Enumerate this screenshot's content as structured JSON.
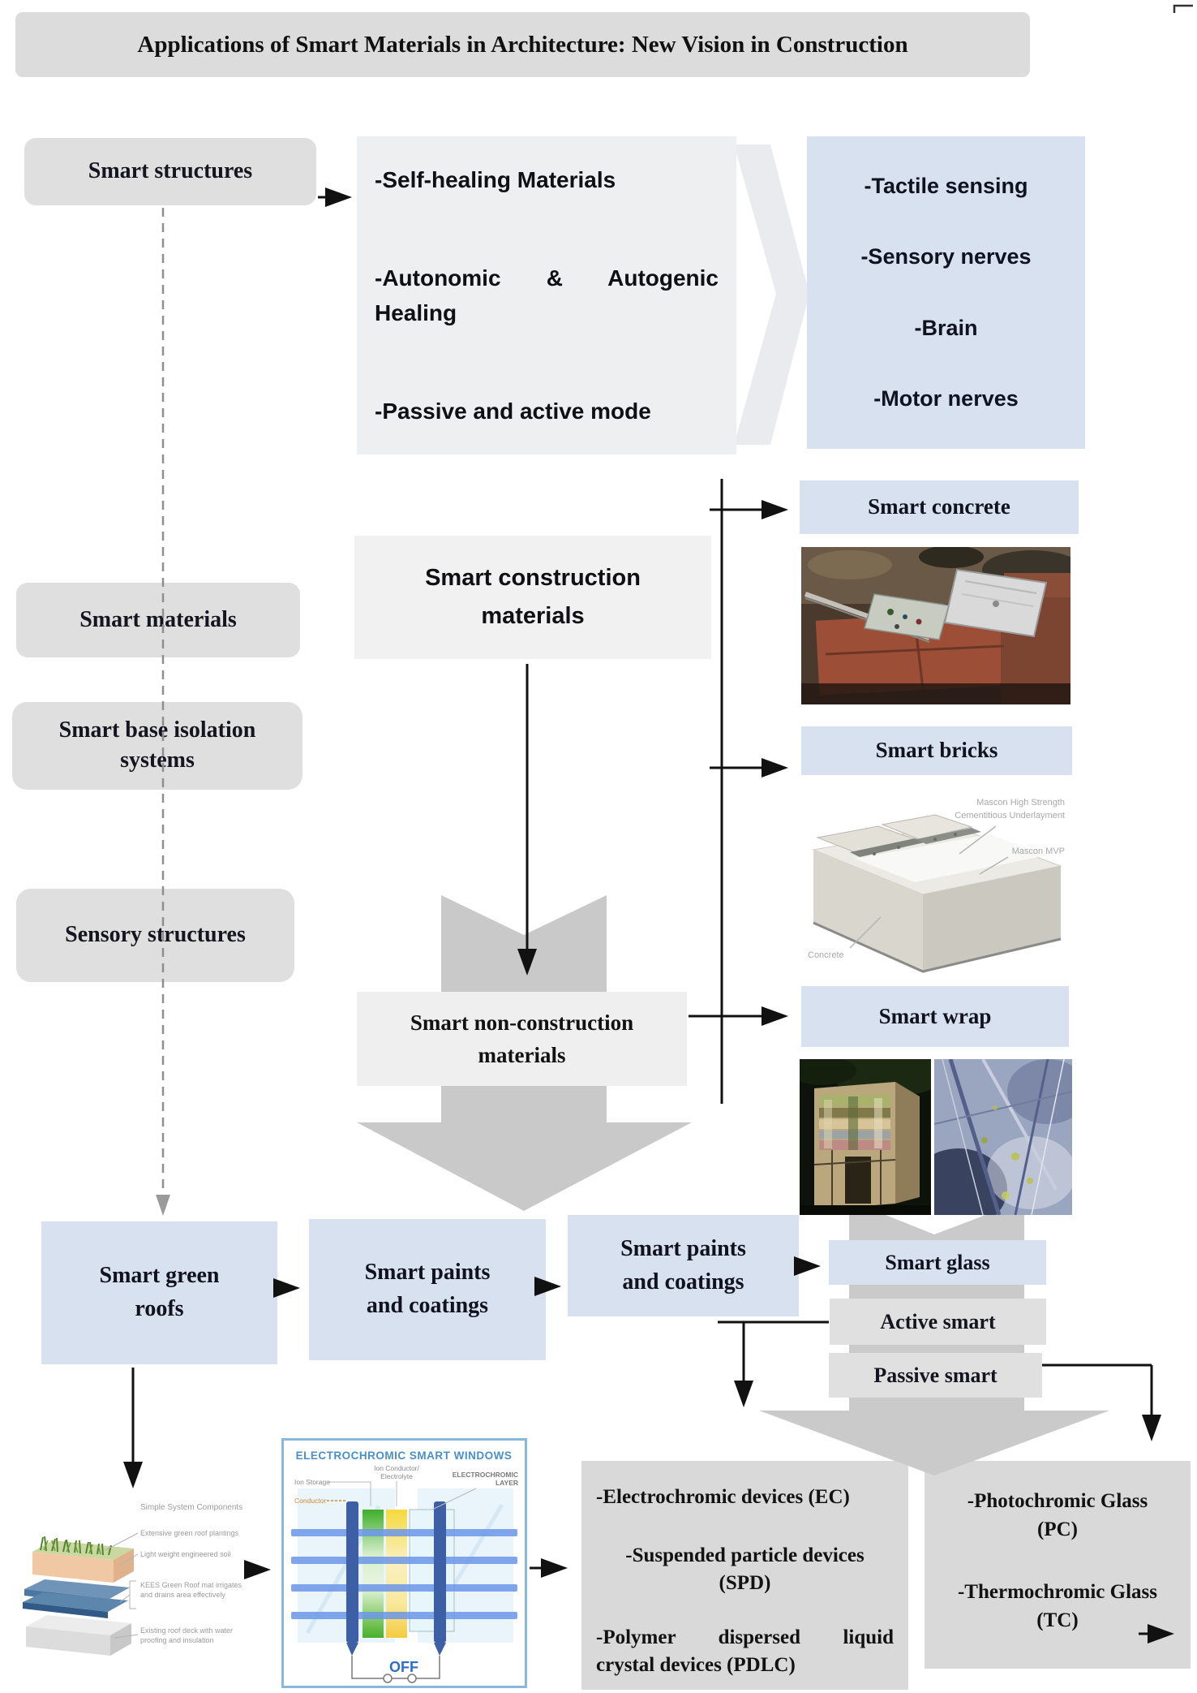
{
  "title": "Applications of Smart Materials in Architecture: New Vision in Construction",
  "left_column": {
    "smart_structures": "Smart structures",
    "smart_materials": "Smart materials",
    "smart_base_isolation_1": "Smart base isolation",
    "smart_base_isolation_2": "systems",
    "sensory_structures": "Sensory structures"
  },
  "healing_box": {
    "items": [
      "-Self-healing Materials",
      "-Autonomic & Autogenic Healing",
      "-Passive and active mode"
    ]
  },
  "sensing_box": {
    "items": [
      "-Tactile sensing",
      "-Sensory nerves",
      "-Brain",
      "-Motor nerves"
    ]
  },
  "construction_box": {
    "line1": "Smart construction",
    "line2": "materials"
  },
  "non_construction_box": {
    "line1": "Smart non-construction",
    "line2": "materials"
  },
  "right_column": {
    "smart_concrete": "Smart concrete",
    "smart_bricks": "Smart bricks",
    "smart_wrap": "Smart wrap"
  },
  "bricks_diagram": {
    "label1a": "Mascon High Strength",
    "label1b": "Cementitious Underlayment",
    "label2": "Mascon MVP",
    "label3": "Concrete"
  },
  "bottom_row": {
    "smart_green_roofs_1": "Smart green",
    "smart_green_roofs_2": "roofs",
    "smart_paints_1a": "Smart paints",
    "smart_paints_1b": "and coatings",
    "smart_paints_2a": "Smart paints",
    "smart_paints_2b": "and coatings",
    "smart_glass": "Smart glass",
    "active_smart": "Active smart",
    "passive_smart": "Passive smart"
  },
  "green_roof_diagram": {
    "title": "Simple System Components",
    "label1": "Extensive green roof plantings",
    "label2": "Light weight engineered soil",
    "label3a": "KEES Green Roof mat irrigates",
    "label3b": "and drains area effectively",
    "label4a": "Existing roof deck with water",
    "label4b": "proofing and insulation"
  },
  "electrochromic_diagram": {
    "title": "ELECTROCHROMIC SMART WINDOWS",
    "ion_storage": "Ion Storage",
    "ion_conductor_1": "Ion Conductor/",
    "ion_conductor_2": "Electrolyte",
    "ec_layer_1": "ELECTROCHROMIC",
    "ec_layer_2": "LAYER",
    "conductor": "Conductor",
    "off": "OFF"
  },
  "ec_box": {
    "lines": [
      "-Electrochromic devices (EC)",
      "-Suspended particle devices",
      "(SPD)",
      "-Polymer dispersed liquid",
      "crystal devices (PDLC)"
    ]
  },
  "pc_box": {
    "lines": [
      "-Photochromic Glass",
      "(PC)",
      "-Thermochromic Glass",
      "(TC)"
    ]
  },
  "colors": {
    "blue_box": "#d8e1f0",
    "gray_box": "#dfdfdf",
    "chevron_gray": "#c9c9c9",
    "electro_blue": "#4a90c8"
  }
}
